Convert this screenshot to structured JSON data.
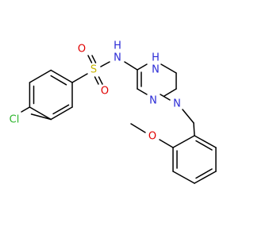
{
  "molecule": {
    "atoms": {
      "cl": "Cl",
      "s": "S",
      "o1": "O",
      "o2": "O",
      "nh_sulfonamide": "N",
      "h_sulfonamide": "H",
      "nh_ring": "N",
      "h_ring": "H",
      "n_ring_double": "N",
      "n_ring_benzyl": "N",
      "o_methoxy": "O"
    },
    "colors": {
      "chlorine": "#2db52d",
      "sulfur": "#c8b400",
      "oxygen": "#e00000",
      "nitrogen": "#2a2ad6",
      "bond": "#000000"
    }
  }
}
